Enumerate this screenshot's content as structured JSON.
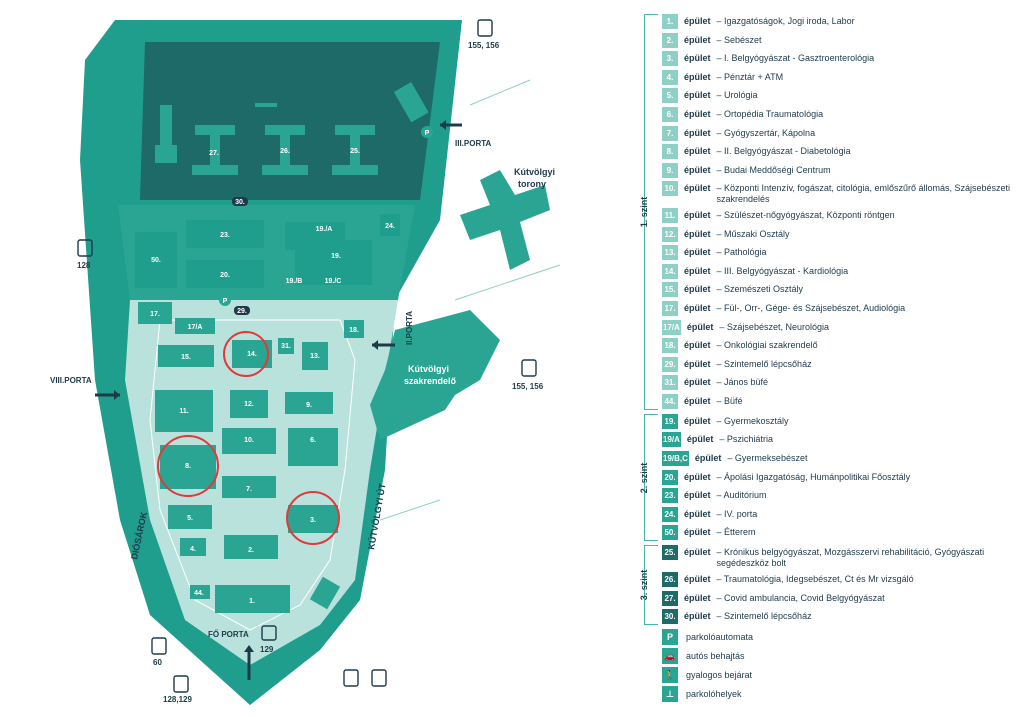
{
  "colors": {
    "teal_dark": "#1d6a68",
    "teal_mid": "#2aa593",
    "teal_light": "#8fd0c6",
    "zone1": "#b9e2dc",
    "outer": "#1f9d8d",
    "text": "#1e3a4a",
    "highlight": "#e03a3a"
  },
  "map": {
    "buildings": {
      "b1": "1.",
      "b2": "2.",
      "b3": "3.",
      "b4": "4.",
      "b5": "5.",
      "b6": "6.",
      "b7": "7.",
      "b8": "8.",
      "b9": "9.",
      "b10": "10.",
      "b11": "11.",
      "b12": "12.",
      "b13": "13.",
      "b14": "14.",
      "b15": "15.",
      "b17": "17.",
      "b17a": "17/A",
      "b18": "18.",
      "b19": "19.",
      "b19a": "19./A",
      "b19b": "19./B",
      "b19c": "19./C",
      "b20": "20.",
      "b23": "23.",
      "b24": "24.",
      "b25": "25.",
      "b26": "26.",
      "b27": "27.",
      "b29": "29.",
      "b30": "30.",
      "b31": "31.",
      "b44": "44.",
      "b50": "50."
    },
    "labels": {
      "tower": [
        "Kútvölgyi",
        "torony"
      ],
      "clinic": [
        "Kútvölgyi",
        "szakrendelő"
      ],
      "street_east": "KÚTVÖLGYI ÚT",
      "street_west": "DIÓSÁROK",
      "gate2": "II.PORTA",
      "gate3": "III.PORTA",
      "gate8": "VIII.PORTA",
      "gate_main": "FŐ PORTA",
      "bus_155_top": "155, 156",
      "bus_155_right": "155, 156",
      "bus_128": "128",
      "bus_60": "60",
      "bus_128_129": "128,129",
      "bus_129": "129",
      "parking": "P"
    }
  },
  "legend": {
    "groups": [
      {
        "label": "1. szint",
        "rows": [
          {
            "num": "1.",
            "kw": "épület",
            "desc": "– Igazgatóságok, Jogi iroda, Labor"
          },
          {
            "num": "2.",
            "kw": "épület",
            "desc": "– Sebészet"
          },
          {
            "num": "3.",
            "kw": "épület",
            "desc": "– I. Belgyógyászat - Gasztroenterológia"
          },
          {
            "num": "4.",
            "kw": "épület",
            "desc": "– Pénztár + ATM"
          },
          {
            "num": "5.",
            "kw": "épület",
            "desc": "– Urológia"
          },
          {
            "num": "6.",
            "kw": "épület",
            "desc": "– Ortopédia Traumatológia"
          },
          {
            "num": "7.",
            "kw": "épület",
            "desc": "– Gyógyszertár, Kápolna"
          },
          {
            "num": "8.",
            "kw": "épület",
            "desc": "– II. Belgyógyászat - Diabetológia"
          },
          {
            "num": "9.",
            "kw": "épület",
            "desc": "– Budai Meddőségi Centrum"
          },
          {
            "num": "10.",
            "kw": "épület",
            "desc": "– Központi Intenzív, fogászat, citológia, emlőszűrő állomás, Szájsebészeti szakrendelés"
          },
          {
            "num": "11.",
            "kw": "épület",
            "desc": "– Szülészet-nőgyógyászat, Központi röntgen"
          },
          {
            "num": "12.",
            "kw": "épület",
            "desc": "– Műszaki Osztály"
          },
          {
            "num": "13.",
            "kw": "épület",
            "desc": "– Pathológia"
          },
          {
            "num": "14.",
            "kw": "épület",
            "desc": "– III. Belgyógyászat - Kardiológia"
          },
          {
            "num": "15.",
            "kw": "épület",
            "desc": "– Szemészeti Osztály"
          },
          {
            "num": "17.",
            "kw": "épület",
            "desc": "– Fül-, Orr-, Gége- és Szájsebészet, Audiológia"
          },
          {
            "num": "17/A",
            "kw": "épület",
            "desc": "– Szájsebészet, Neurológia"
          },
          {
            "num": "18.",
            "kw": "épület",
            "desc": "– Onkológiai szakrendelő"
          },
          {
            "num": "29.",
            "kw": "épület",
            "desc": "– Szintemelő lépcsőház"
          },
          {
            "num": "31.",
            "kw": "épület",
            "desc": "– János büfé"
          },
          {
            "num": "44.",
            "kw": "épület",
            "desc": "– Büfé"
          }
        ]
      },
      {
        "label": "2. szint",
        "rows": [
          {
            "num": "19.",
            "kw": "épület",
            "desc": "– Gyermekosztály"
          },
          {
            "num": "19/A",
            "kw": "épület",
            "desc": "– Pszichiátria"
          },
          {
            "num": "19/B,C",
            "kw": "épület",
            "desc": "– Gyermeksebészet"
          },
          {
            "num": "20.",
            "kw": "épület",
            "desc": "– Ápolási Igazgatóság, Humánpolitikai Főosztály"
          },
          {
            "num": "23.",
            "kw": "épület",
            "desc": "– Auditórium"
          },
          {
            "num": "24.",
            "kw": "épület",
            "desc": "– IV. porta"
          },
          {
            "num": "50.",
            "kw": "épület",
            "desc": "– Étterem"
          }
        ]
      },
      {
        "label": "3. szint",
        "rows": [
          {
            "num": "25.",
            "kw": "épület",
            "desc": "– Krónikus belgyógyászat, Mozgásszervi rehabilitáció, Gyógyászati segédeszköz bolt"
          },
          {
            "num": "26.",
            "kw": "épület",
            "desc": "– Traumatológia, Idegsebészet, Ct és Mr vizsgáló"
          },
          {
            "num": "27.",
            "kw": "épület",
            "desc": "– Covid ambulancia, Covid Belgyógyászat"
          },
          {
            "num": "30.",
            "kw": "épület",
            "desc": "– Szintemelő lépcsőház"
          }
        ]
      }
    ],
    "keys": [
      {
        "icon": "P",
        "icon_name": "parking-icon",
        "text": "parkolóautomata"
      },
      {
        "icon": "🚗",
        "icon_name": "car-icon",
        "text": "autós behajtás"
      },
      {
        "icon": "🚶",
        "icon_name": "pedestrian-icon",
        "text": "gyalogos bejárat"
      },
      {
        "icon": "⊥",
        "icon_name": "parking-spaces-icon",
        "text": "parkolóhelyek"
      }
    ]
  }
}
